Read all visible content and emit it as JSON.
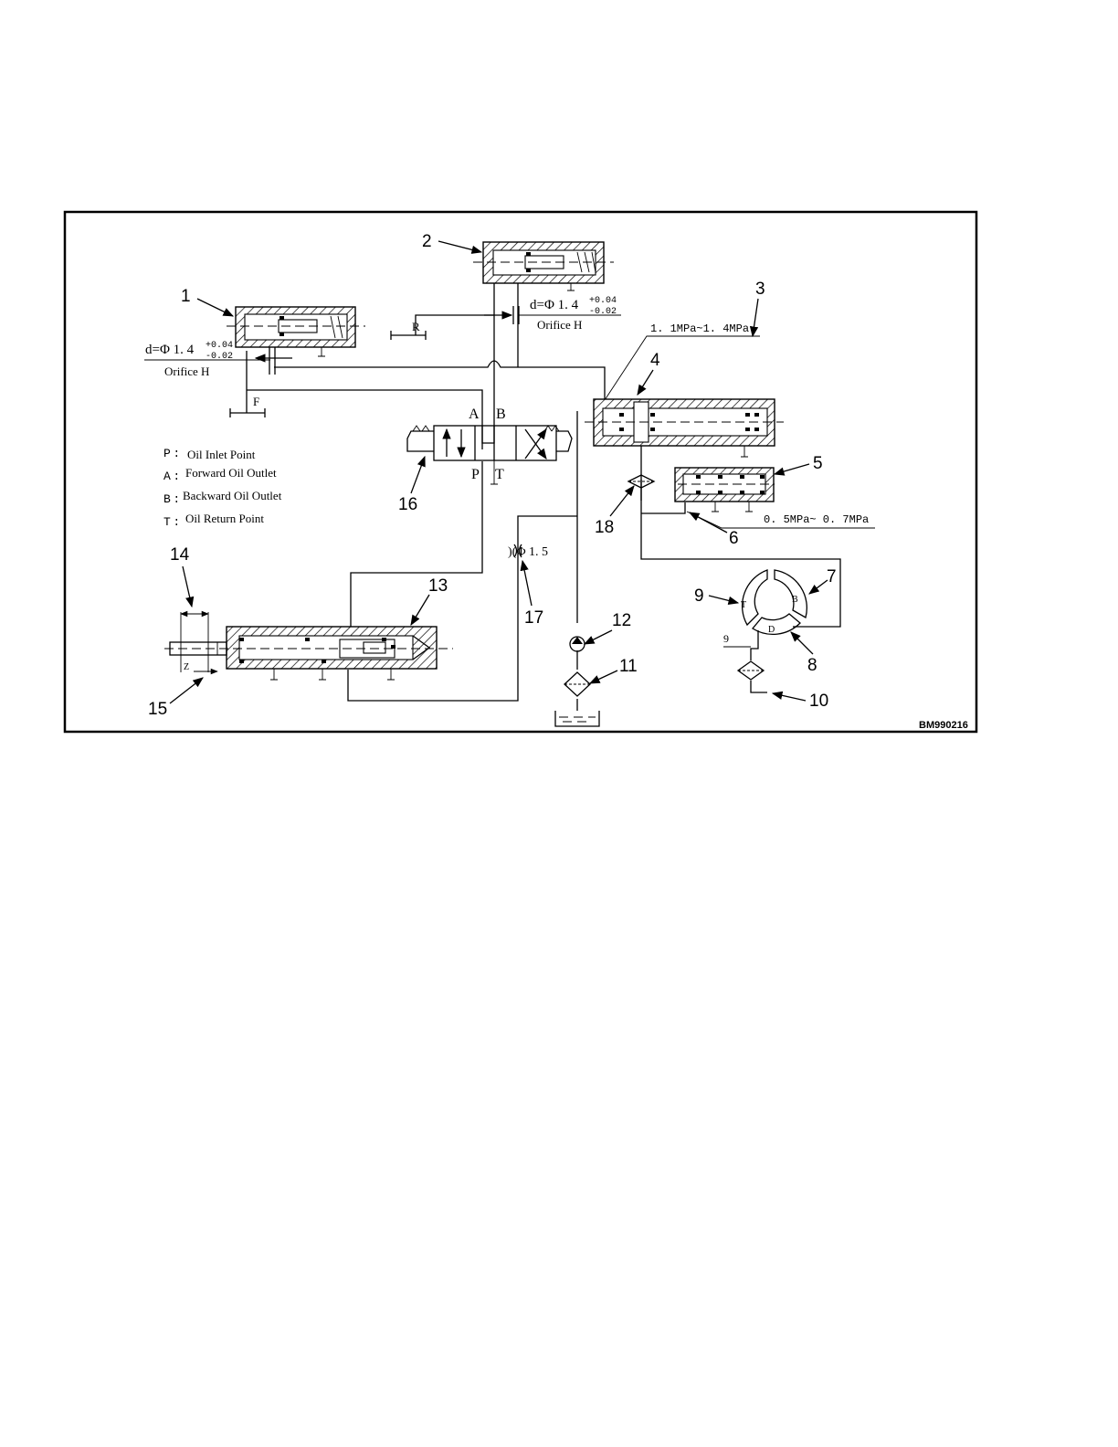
{
  "figure_id": "BM990216",
  "callouts": [
    "1",
    "2",
    "3",
    "4",
    "5",
    "6",
    "7",
    "8",
    "9",
    "10",
    "11",
    "12",
    "13",
    "14",
    "15",
    "16",
    "17",
    "18"
  ],
  "orifice": {
    "d_prefix": "d=Φ 1. 4",
    "tol_upper": "+0.04",
    "tol_lower": "-0.02",
    "label": "Orifice H"
  },
  "port_labels": {
    "R": "R",
    "F": "F",
    "A": "A",
    "B": "B",
    "P": "P",
    "T": "T"
  },
  "rotary": {
    "T": "T",
    "B": "B",
    "D": "D"
  },
  "pressures": {
    "upper": "1. 1MPa~1. 4MPa",
    "lower": "0. 5MPa~ 0. 7MPa"
  },
  "restrictor_label": ")(Φ 1. 5",
  "dim_z": "Z",
  "tank_ref": "9",
  "legend": [
    {
      "key": "P :",
      "text": "Oil Inlet Point"
    },
    {
      "key": "A :",
      "text": "Forward Oil Outlet"
    },
    {
      "key": "B :",
      "text": "Backward Oil Outlet"
    },
    {
      "key": "T :",
      "text": "Oil Return Point"
    }
  ]
}
